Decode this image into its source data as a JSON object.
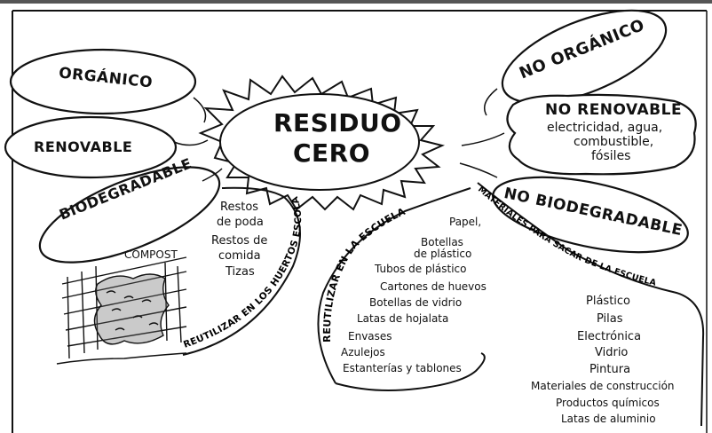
{
  "center": {
    "line1": "RESIDUO",
    "line2": "CERO"
  },
  "left_bubbles": {
    "organico": "ORGÁNICO",
    "renovable": "RENOVABLE",
    "biodegradable": "BIODEGRADABLE"
  },
  "right_bubbles": {
    "no_organico": "NO ORGÁNICO",
    "no_renovable": "NO RENOVABLE",
    "no_renovable_detail": [
      "electricidad, agua,",
      "combustible,",
      "fósiles"
    ],
    "no_biodegradable": "NO BIODEGRADABLE"
  },
  "huertos": {
    "items": [
      "Restos",
      "de poda",
      "Restos de",
      "comida",
      "Tizas"
    ],
    "compost_label": "COMPOST",
    "curve_label": "REUTILIZAR EN LOS HUERTOS ESCOLARES"
  },
  "escuela": {
    "curve_label": "REUTILIZAR EN LA ESCUELA",
    "items": [
      "Papel,",
      "Botellas",
      "de plástico",
      "Tubos de plástico",
      "Cartones de huevos",
      "Botellas de vidrio",
      "Latas de hojalata",
      "Envases",
      "Azulejos",
      "Estanterías y tablones"
    ]
  },
  "sacar": {
    "curve_label": "MATERIALES PARA SACAR DE LA ESCUELA",
    "items": [
      "Plástico",
      "Pilas",
      "Electrónica",
      "Vidrio",
      "Pintura",
      "Materiales de construcción",
      "Productos químicos",
      "Latas de aluminio"
    ]
  }
}
